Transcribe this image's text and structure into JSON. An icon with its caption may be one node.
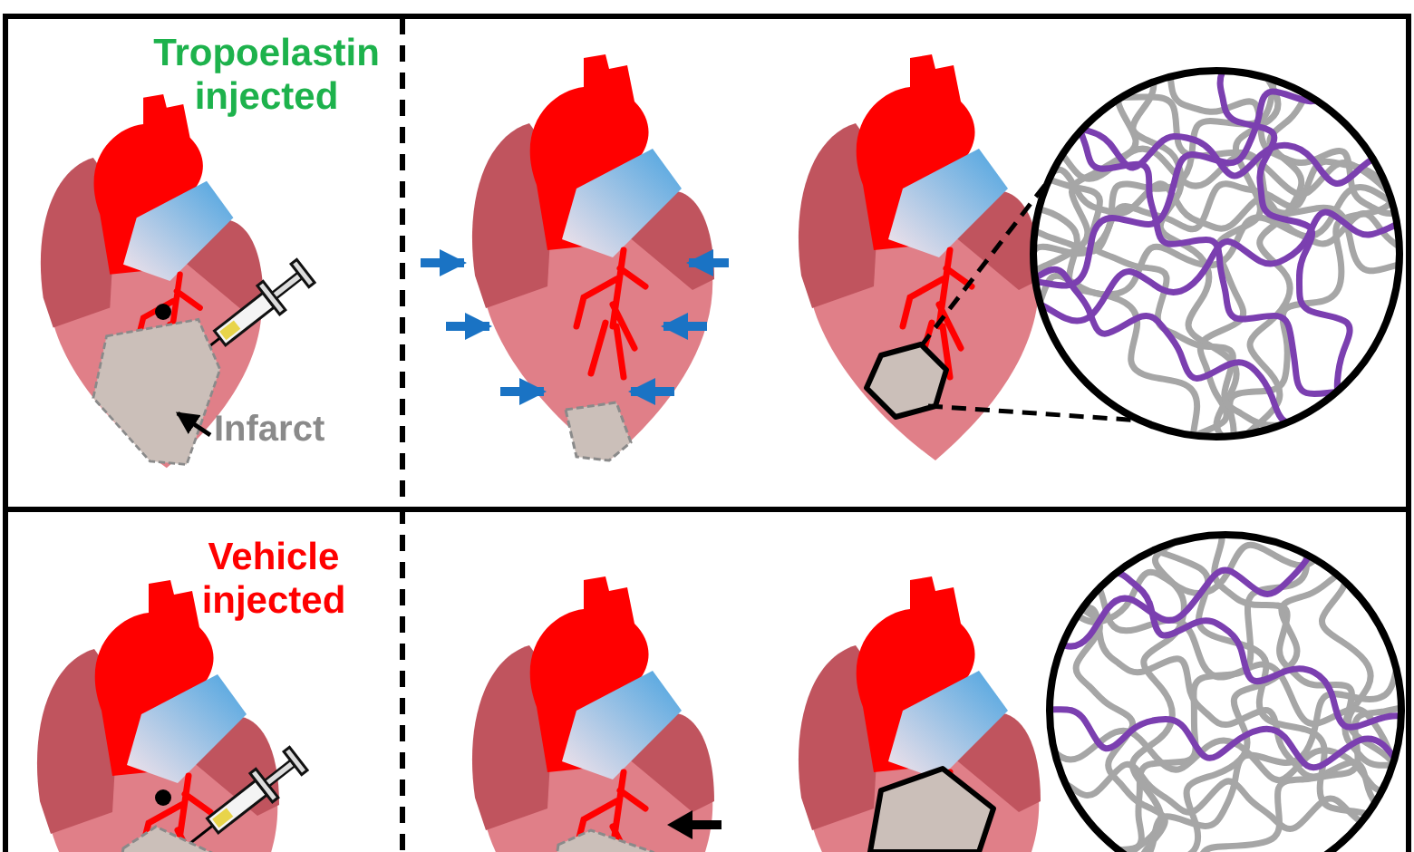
{
  "diagram": {
    "nodes": [
      {
        "text": [
          "Infarct"
        ]
      },
      {
        "text": [],
        "shape": "picture"
      },
      {
        "text": [],
        "shape": "box"
      },
      {
        "text": [],
        "shape": "circle"
      },
      {
        "text": [],
        "shape": "box"
      },
      {
        "text": [],
        "shape": "circle"
      }
    ],
    "edges": [
      {
        "from": 0,
        "to": 1,
        "arrow": "to"
      },
      {
        "from": 2,
        "to": 3,
        "arrow": "none",
        "style": "dashed"
      },
      {
        "from": 2,
        "to": 3,
        "arrow": "none",
        "style": "dashed"
      }
    ],
    "labels": [
      "Tropoelastin injected",
      "Vehicle injected"
    ]
  }
}
